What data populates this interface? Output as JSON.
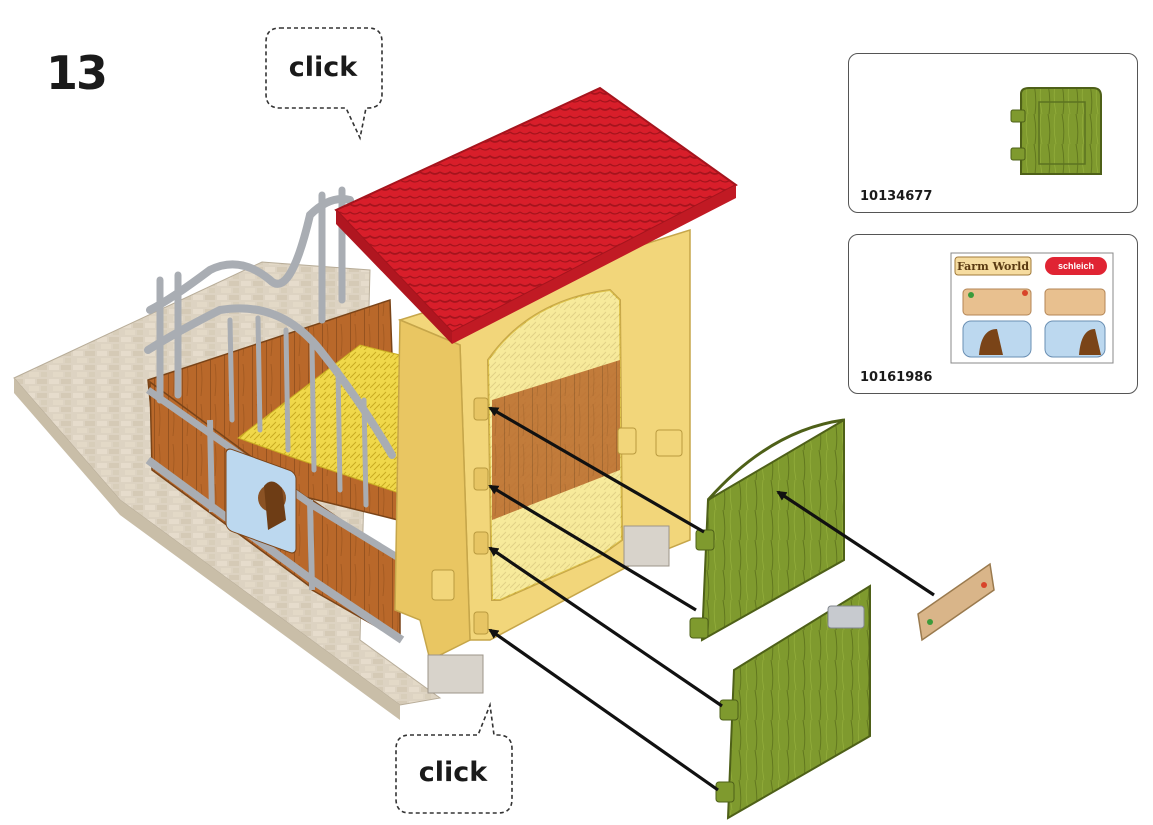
{
  "step": {
    "number": "13"
  },
  "callouts": {
    "top": "click",
    "bottom": "click"
  },
  "parts": [
    {
      "id": "10134677",
      "name": "door-panel"
    },
    {
      "id": "10161986",
      "name": "sticker-sheet"
    }
  ],
  "sticker_sheet": {
    "logo_text": "Farm World",
    "brand_text": "schleich"
  },
  "colors": {
    "roof": "#d81e2a",
    "wall": "#f2d67a",
    "door": "#7f9a2e",
    "wood": "#b9682a",
    "hay": "#f0d84a",
    "railing": "#a9adb3",
    "floor": "#ddd3c2"
  }
}
